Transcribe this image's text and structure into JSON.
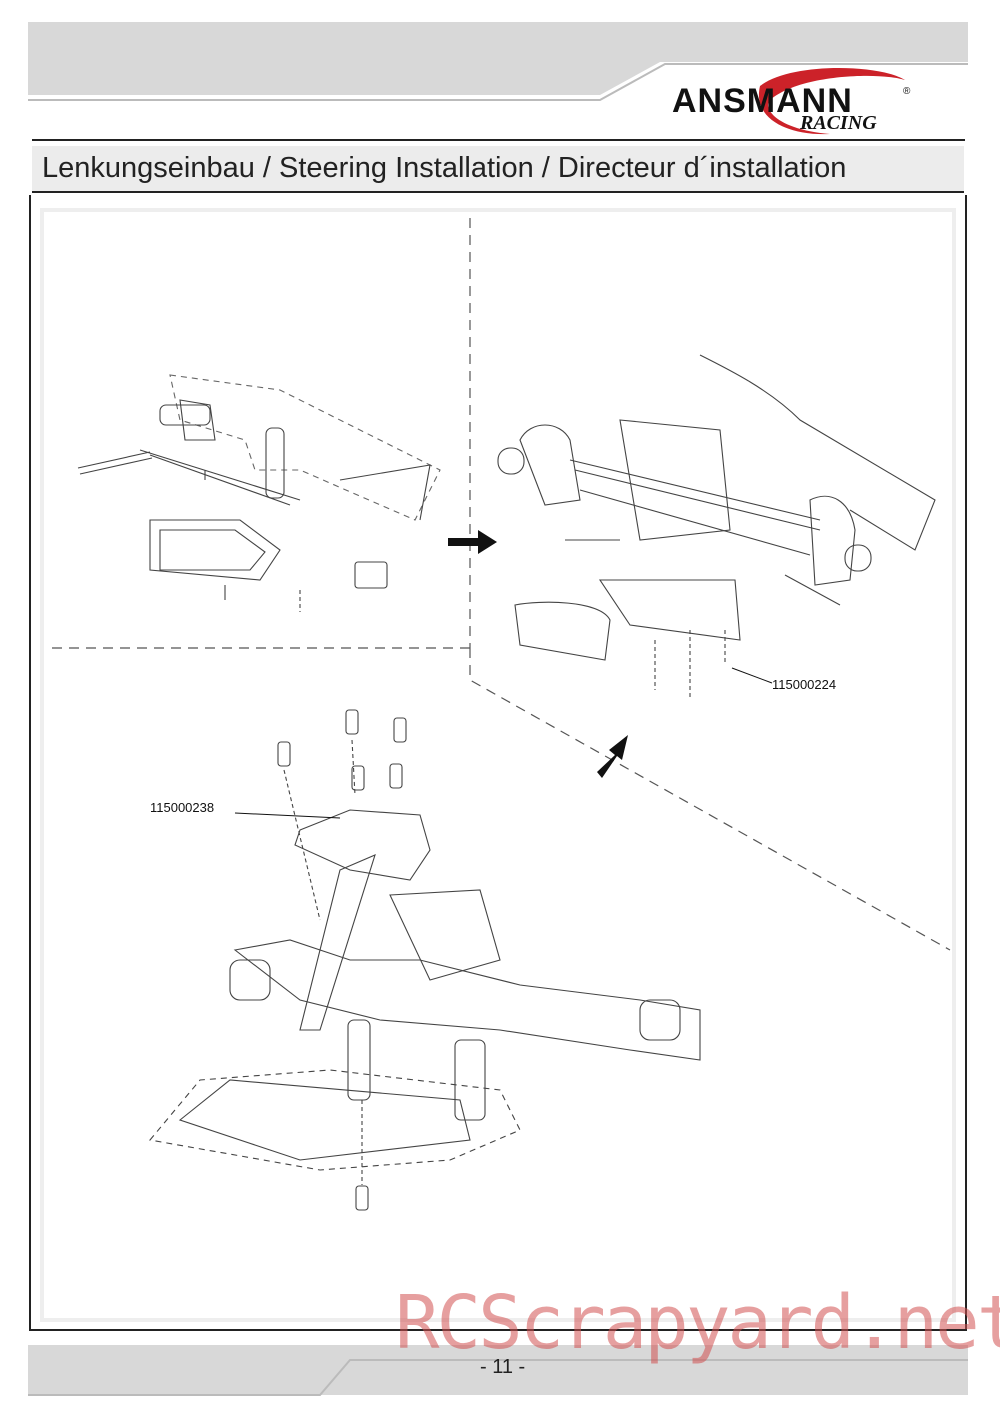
{
  "header": {
    "brand_name": "ANSMANN",
    "brand_sub": "RACING",
    "registered_mark": "®",
    "brand_color": "#cc2229"
  },
  "section": {
    "title": "Lenkungseinbau / Steering Installation / Directeur d´installation"
  },
  "diagram": {
    "part_label_right": "115000224",
    "part_label_left": "115000238"
  },
  "footer": {
    "page_number": "- 11 -"
  },
  "watermark": {
    "text": "RCScrapyard.net"
  }
}
